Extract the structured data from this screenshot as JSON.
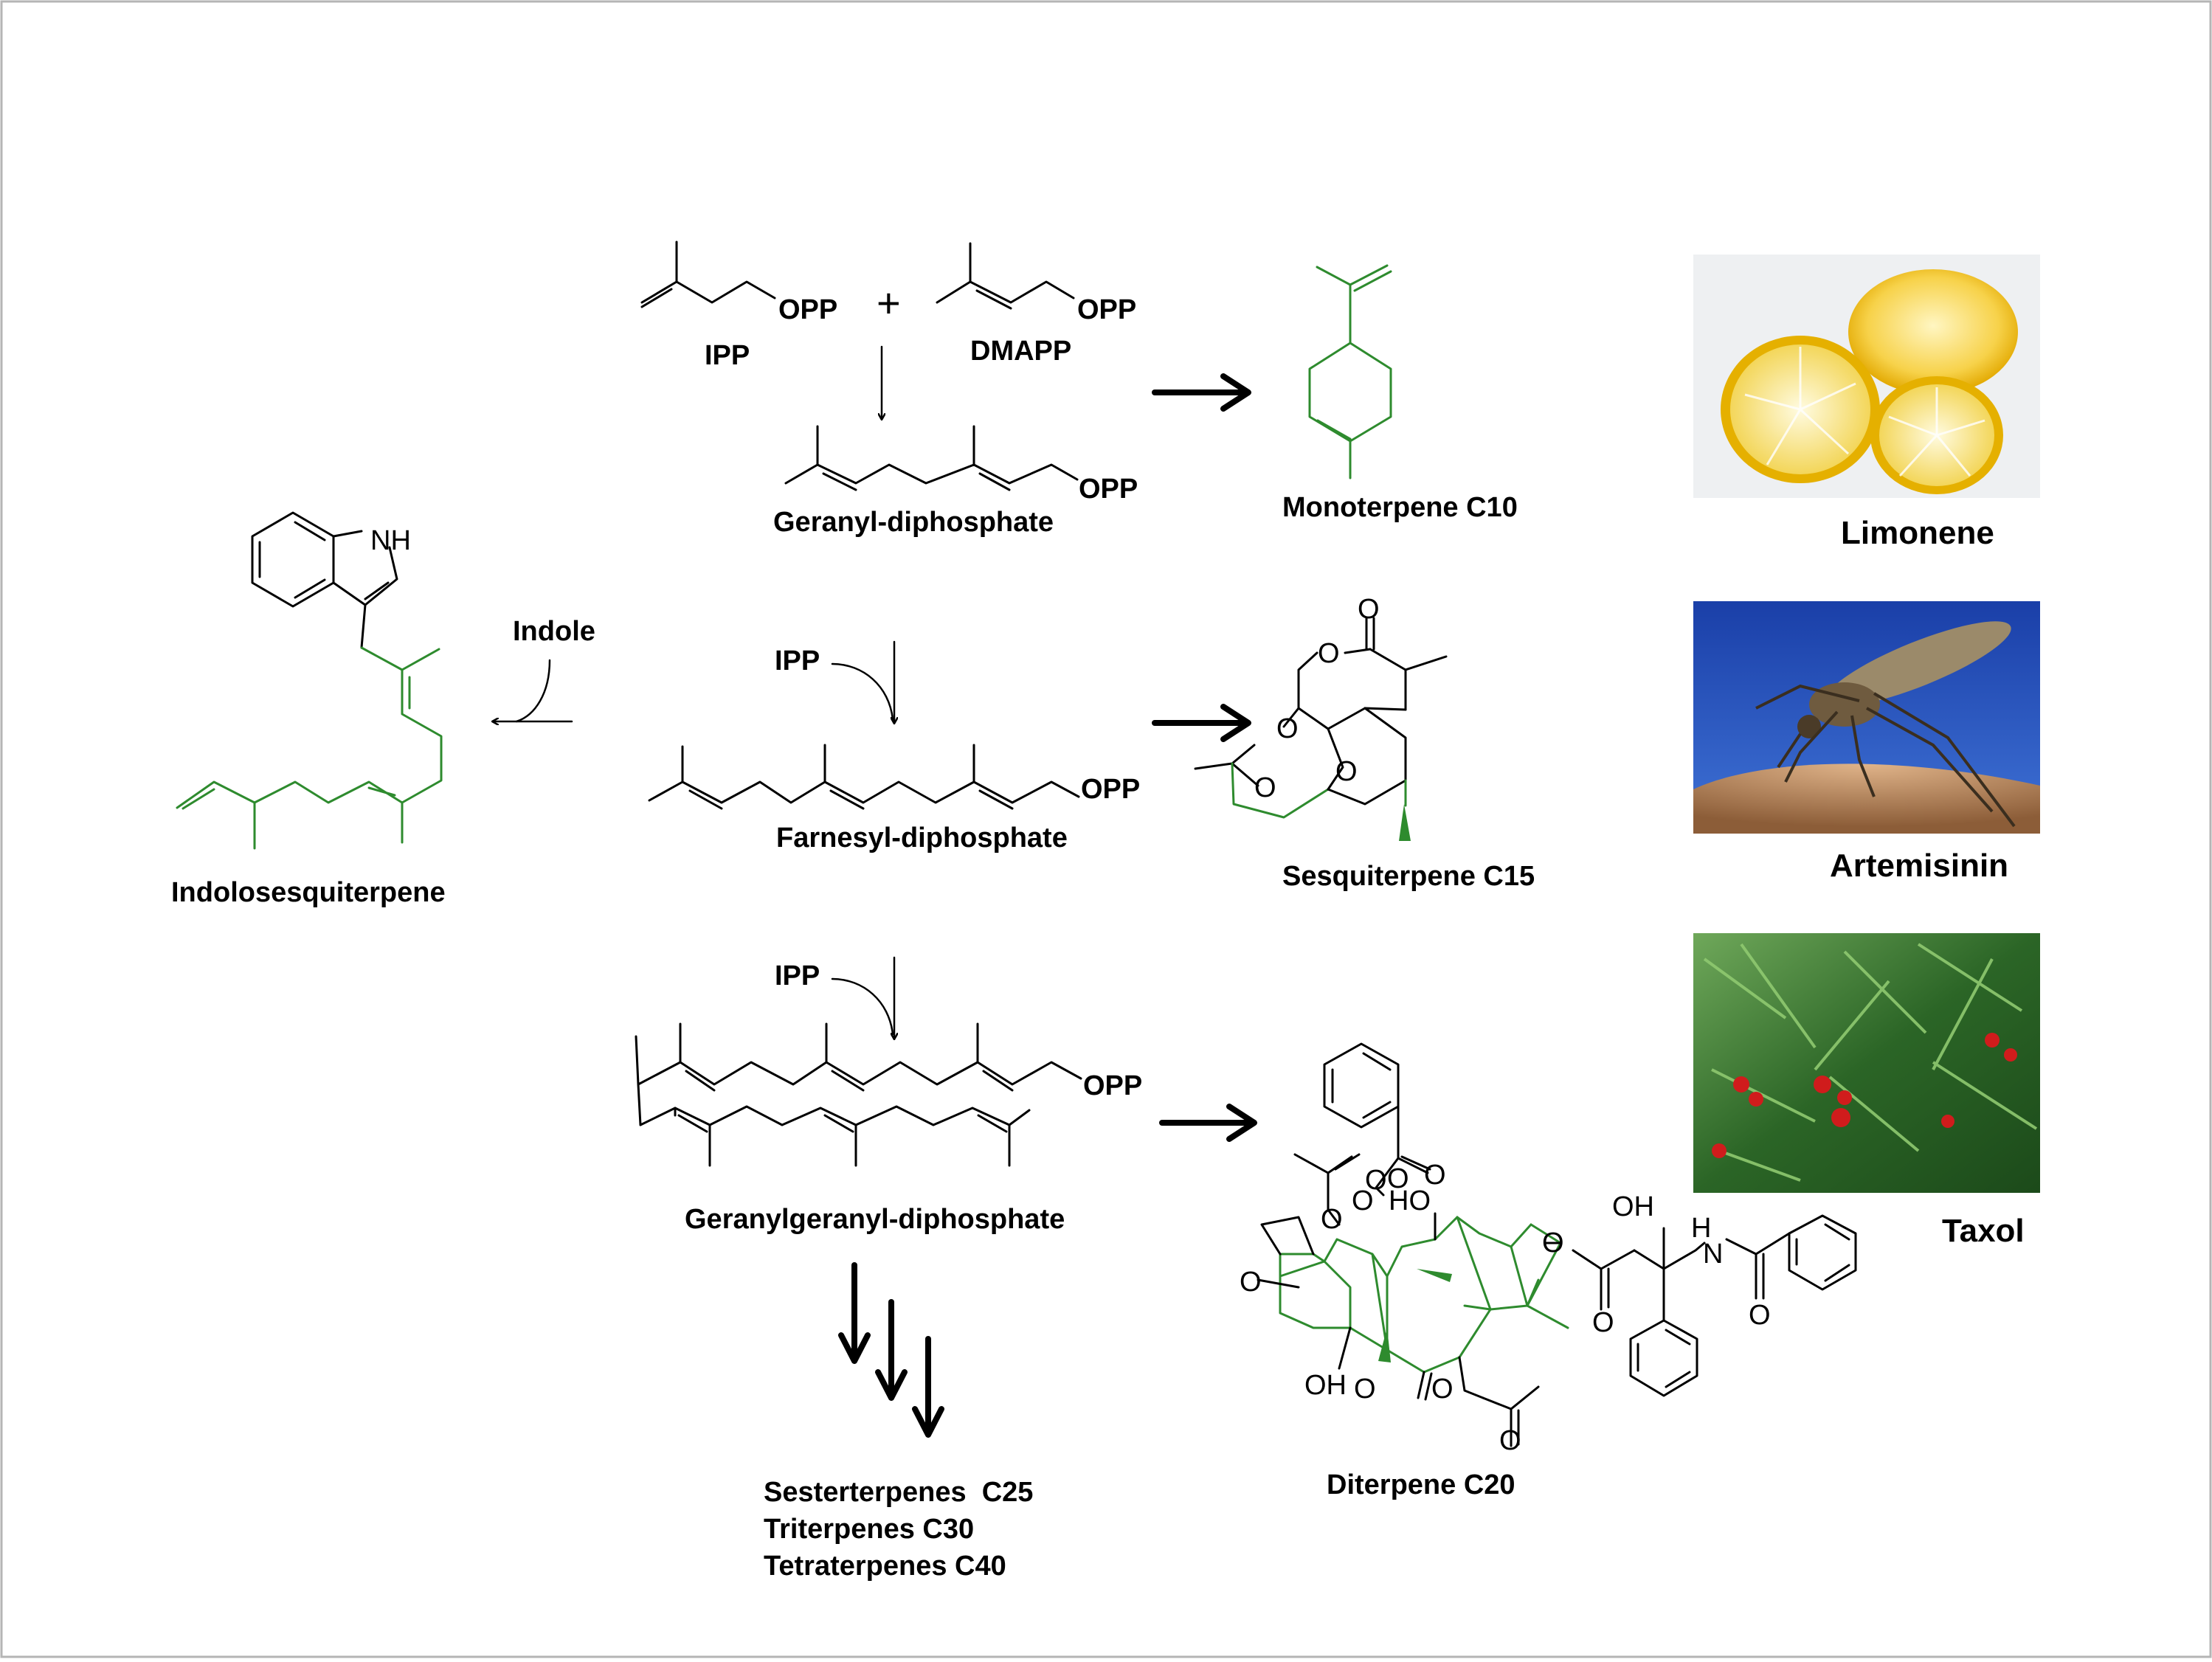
{
  "labels": {
    "ipp": "IPP",
    "dmapp": "DMAPP",
    "opp": "OPP",
    "plus": "+",
    "geranyl": "Geranyl-diphosphate",
    "farnesyl": "Farnesyl-diphosphate",
    "geranylgeranyl": "Geranylgeranyl-diphosphate",
    "ipp_farnesyl": "IPP",
    "ipp_gg": "IPP",
    "indole": "Indole",
    "indolosesquiterpene": "Indolosesquiterpene",
    "nh": "NH",
    "monoterpene": "Monoterpene C10",
    "sesquiterpene": "Sesquiterpene C15",
    "diterpene": "Diterpene C20",
    "sester": "Sesterterpenes  C25",
    "tri": "Triterpenes C30",
    "tetra": "Tetraterpenes C40"
  },
  "atoms": {
    "o": "O",
    "oh": "OH",
    "ho": "HO",
    "h": "H",
    "n": "N"
  },
  "products": {
    "limonene": "Limonene",
    "artemisinin": "Artemisinin",
    "taxol": "Taxol"
  },
  "colors": {
    "highlight": "#2e8b2e",
    "lemon": "#f2c12e",
    "sky": "#1f4fb8",
    "yew_green": "#2f6a2a",
    "berry": "#d01c1c"
  }
}
